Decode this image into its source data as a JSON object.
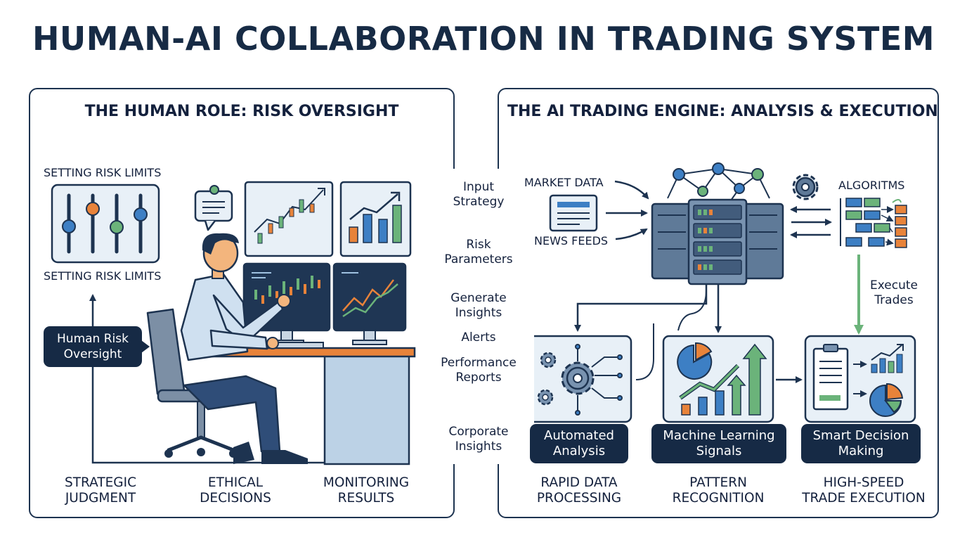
{
  "title": "HUMAN-AI COLLABORATION IN TRADING SYSTEM",
  "human_panel": {
    "heading": "THE HUMAN ROLE: RISK OVERSIGHT",
    "risk_limits_top": "SETTING RISK LIMITS",
    "risk_limits_bottom": "SETTING RISK LIMITS",
    "oversight_badge": "Human Risk Oversight",
    "captions": [
      "STRATEGIC JUDGMENT",
      "ETHICAL DECISIONS",
      "MONITORING RESULTS"
    ]
  },
  "flows": {
    "input_strategy": "Input Strategy",
    "risk_parameters": "Risk Parameters",
    "generate_insights": "Generate Insights",
    "alerts": "Alerts",
    "performance_reports": "Performance Reports",
    "corporate_insights": "Corporate Insights"
  },
  "ai_panel": {
    "heading": "THE AI TRADING ENGINE: ANALYSIS & EXECUTION",
    "market_data": "MARKET DATA",
    "news_feeds": "NEWS FEEDS",
    "algorithms": "ALGORITMS",
    "execute_trades": "Execute Trades",
    "modules": [
      {
        "label": "Automated Analysis",
        "caption": "RAPID DATA PROCESSING"
      },
      {
        "label": "Machine Learning Signals",
        "caption": "PATTERN RECOGNITION"
      },
      {
        "label": "Smart Decision Making",
        "caption": "HIGH-SPEED TRADE EXECUTION"
      }
    ]
  },
  "colors": {
    "navy": "#162a45",
    "green": "#6bb37a",
    "blue": "#3d7fc4",
    "orange": "#e8833a",
    "light_panel": "#e8f0f7"
  }
}
